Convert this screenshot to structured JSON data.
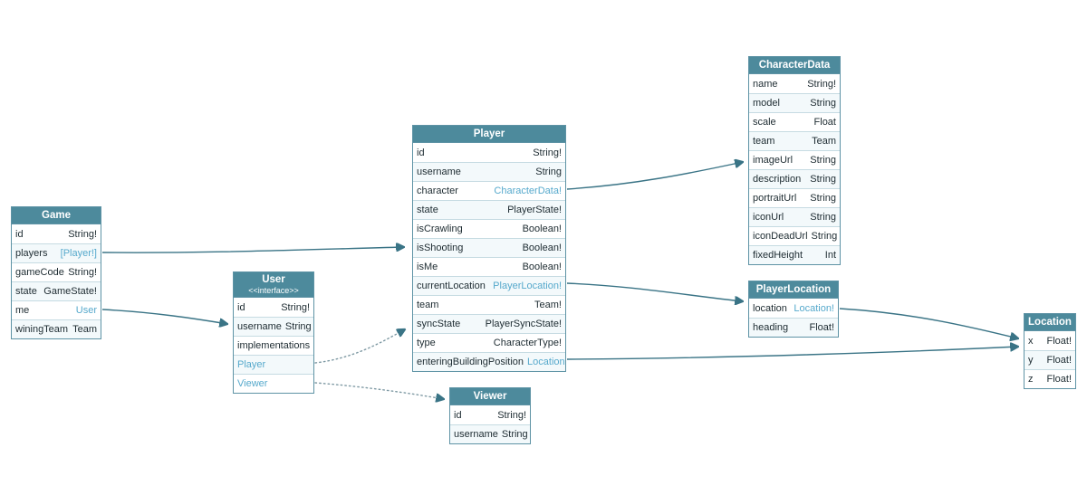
{
  "colors": {
    "header_bg": "#4d8a9c",
    "header_text": "#ffffff",
    "border": "#5e93a5",
    "row_divider": "#c6dbe2",
    "row_alt_bg": "#f3f9fb",
    "link": "#56a9cc",
    "text": "#1d2b31",
    "arrow": "#3a7486",
    "arrow_dotted": "#7e99a3",
    "background": "#ffffff"
  },
  "tables": {
    "game": {
      "title": "Game",
      "rows": [
        {
          "name": "id",
          "type": "String!"
        },
        {
          "name": "players",
          "type": "[Player!]",
          "link": true
        },
        {
          "name": "gameCode",
          "type": "String!"
        },
        {
          "name": "state",
          "type": "GameState!"
        },
        {
          "name": "me",
          "type": "User",
          "link": true
        },
        {
          "name": "winingTeam",
          "type": "Team"
        }
      ]
    },
    "user": {
      "title": "User",
      "subtitle": "<<interface>>",
      "rows": [
        {
          "name": "id",
          "type": "String!"
        },
        {
          "name": "username",
          "type": "String"
        },
        {
          "name": "implementations",
          "type": ""
        },
        {
          "name": "Player",
          "type": "",
          "nlink": true
        },
        {
          "name": "Viewer",
          "type": "",
          "nlink": true
        }
      ]
    },
    "player": {
      "title": "Player",
      "rows": [
        {
          "name": "id",
          "type": "String!"
        },
        {
          "name": "username",
          "type": "String"
        },
        {
          "name": "character",
          "type": "CharacterData!",
          "link": true
        },
        {
          "name": "state",
          "type": "PlayerState!"
        },
        {
          "name": "isCrawling",
          "type": "Boolean!"
        },
        {
          "name": "isShooting",
          "type": "Boolean!"
        },
        {
          "name": "isMe",
          "type": "Boolean!"
        },
        {
          "name": "currentLocation",
          "type": "PlayerLocation!",
          "link": true
        },
        {
          "name": "team",
          "type": "Team!"
        },
        {
          "name": "syncState",
          "type": "PlayerSyncState!"
        },
        {
          "name": "type",
          "type": "CharacterType!"
        },
        {
          "name": "enteringBuildingPosition",
          "type": "Location",
          "link": true
        }
      ]
    },
    "viewer": {
      "title": "Viewer",
      "rows": [
        {
          "name": "id",
          "type": "String!"
        },
        {
          "name": "username",
          "type": "String"
        }
      ]
    },
    "characterData": {
      "title": "CharacterData",
      "rows": [
        {
          "name": "name",
          "type": "String!"
        },
        {
          "name": "model",
          "type": "String"
        },
        {
          "name": "scale",
          "type": "Float"
        },
        {
          "name": "team",
          "type": "Team"
        },
        {
          "name": "imageUrl",
          "type": "String"
        },
        {
          "name": "description",
          "type": "String"
        },
        {
          "name": "portraitUrl",
          "type": "String"
        },
        {
          "name": "iconUrl",
          "type": "String"
        },
        {
          "name": "iconDeadUrl",
          "type": "String"
        },
        {
          "name": "fixedHeight",
          "type": "Int"
        }
      ]
    },
    "playerLocation": {
      "title": "PlayerLocation",
      "rows": [
        {
          "name": "location",
          "type": "Location!",
          "link": true
        },
        {
          "name": "heading",
          "type": "Float!"
        }
      ]
    },
    "location": {
      "title": "Location",
      "rows": [
        {
          "name": "x",
          "type": "Float!"
        },
        {
          "name": "y",
          "type": "Float!"
        },
        {
          "name": "z",
          "type": "Float!"
        }
      ]
    }
  },
  "edges": [
    {
      "from": "Game.players",
      "to": "Player",
      "style": "solid"
    },
    {
      "from": "Game.me",
      "to": "User",
      "style": "solid"
    },
    {
      "from": "Player.character",
      "to": "CharacterData",
      "style": "solid"
    },
    {
      "from": "Player.currentLocation",
      "to": "PlayerLocation",
      "style": "solid"
    },
    {
      "from": "Player.enteringBuildingPosition",
      "to": "Location",
      "style": "solid"
    },
    {
      "from": "PlayerLocation.location",
      "to": "Location",
      "style": "solid"
    },
    {
      "from": "User.Player",
      "to": "Player",
      "style": "dotted"
    },
    {
      "from": "User.Viewer",
      "to": "Viewer",
      "style": "dotted"
    }
  ]
}
